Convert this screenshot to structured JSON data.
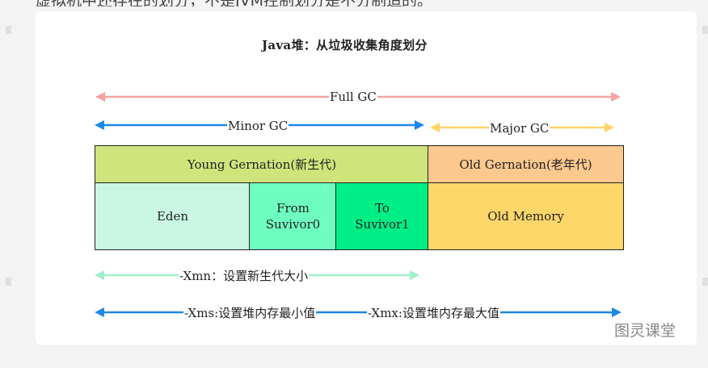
{
  "top_text": "虚拟机中还存在的划分，不是JVM控制划分是不分制造的。",
  "title": "Java堆：从垃圾收集角度划分",
  "arrows": {
    "full_gc": "Full GC",
    "minor_gc": "Minor GC",
    "major_gc": "Major GC",
    "xmn": "-Xmn：设置新生代大小",
    "xms": "-Xms:设置堆内存最小值",
    "xmx": "-Xmx:设置堆内存最大值"
  },
  "regions": {
    "young": "Young Gernation(新生代)",
    "old": "Old Gernation(老年代)",
    "eden": "Eden",
    "from": [
      "From",
      "Suvivor0"
    ],
    "to": [
      "To",
      "Suvivor1"
    ],
    "old_memory": "Old Memory"
  },
  "watermark": "图灵课堂",
  "colors": {
    "full_gc_arrow": "#f4a2a2",
    "minor_gc_arrow": "#1e88e5",
    "major_gc_arrow": "#ffd466",
    "xmn_arrow": "#9ef0c8",
    "xms_arrow": "#1e88e5",
    "young_gen": "#cfe57c",
    "old_gen": "#fbc88e",
    "eden": "#c9f7e3",
    "from": "#6effc0",
    "to": "#00ee86",
    "old_memory": "#fdd66a"
  }
}
